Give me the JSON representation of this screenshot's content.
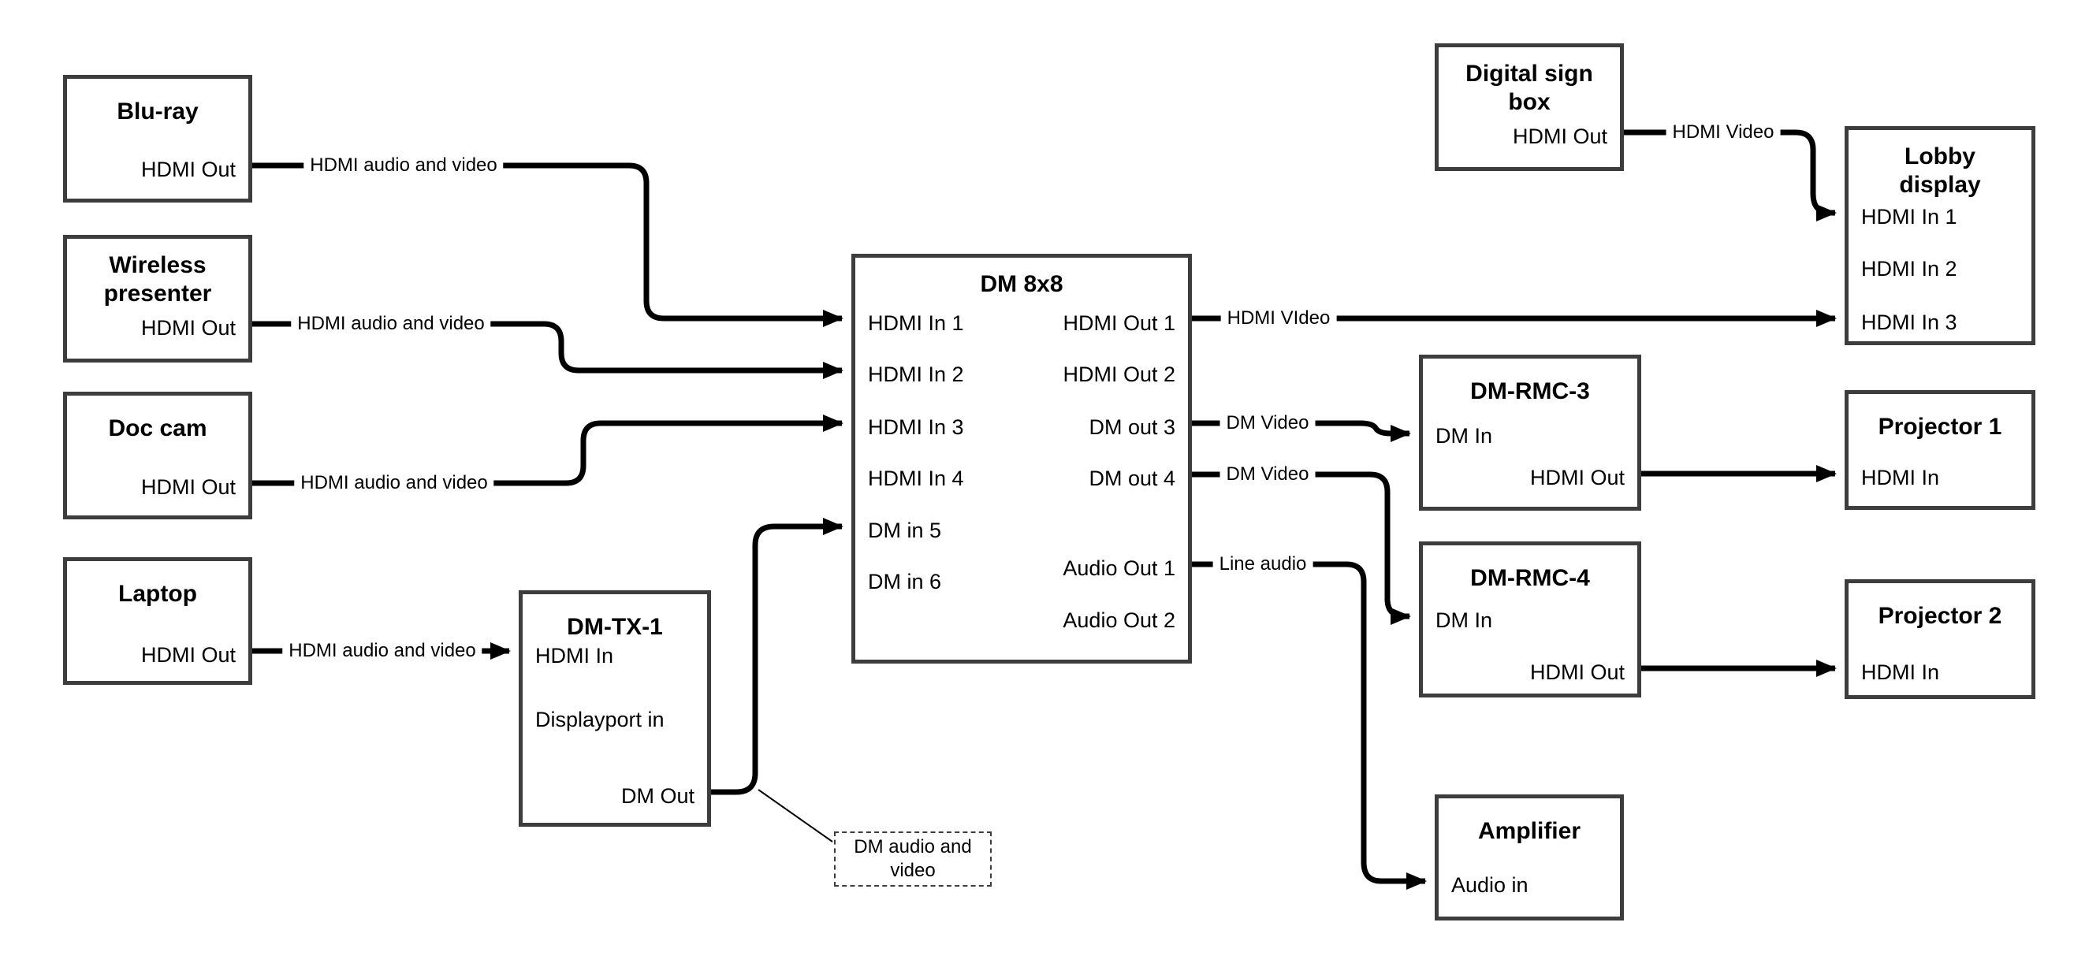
{
  "nodes": {
    "bluray": {
      "title": "Blu-ray",
      "out": "HDMI Out"
    },
    "wireless": {
      "title": "Wireless presenter",
      "out": "HDMI Out"
    },
    "doccam": {
      "title": "Doc cam",
      "out": "HDMI Out"
    },
    "laptop": {
      "title": "Laptop",
      "out": "HDMI Out"
    },
    "dmtx1": {
      "title": "DM-TX-1",
      "hdmi_in": "HDMI In",
      "dp_in": "Displayport in",
      "dm_out": "DM Out"
    },
    "dm8x8": {
      "title": "DM 8x8",
      "inputs": [
        "HDMI In 1",
        "HDMI In 2",
        "HDMI In 3",
        "HDMI In 4",
        "DM in 5",
        "DM in 6"
      ],
      "outputs": [
        "HDMI Out 1",
        "HDMI Out 2",
        "DM out 3",
        "DM out 4",
        "Audio Out 1",
        "Audio Out 2"
      ]
    },
    "digitalsign": {
      "title": "Digital sign box",
      "out": "HDMI Out"
    },
    "lobby": {
      "title": "Lobby display",
      "inputs": [
        "HDMI In 1",
        "HDMI In 2",
        "HDMI In 3"
      ]
    },
    "dmrmc3": {
      "title": "DM-RMC-3",
      "in": "DM In",
      "out": "HDMI Out"
    },
    "proj1": {
      "title": "Projector 1",
      "in": "HDMI In"
    },
    "dmrmc4": {
      "title": "DM-RMC-4",
      "in": "DM In",
      "out": "HDMI Out"
    },
    "proj2": {
      "title": "Projector 2",
      "in": "HDMI In"
    },
    "amplifier": {
      "title": "Amplifier",
      "in": "Audio in"
    },
    "note": {
      "text": "DM audio and video"
    }
  },
  "connection_labels": {
    "bluray_to_dm8x8": "HDMI audio and video",
    "wireless_to_dm8x8": "HDMI audio and video",
    "doccam_to_dm8x8": "HDMI audio and video",
    "laptop_to_dmtx1": "HDMI audio and video",
    "digitalsign_to_lobby": "HDMI Video",
    "hdmiout1_to_lobby": "HDMI VIdeo",
    "dmout3_to_rmc3": "DM Video",
    "dmout4_to_rmc4": "DM Video",
    "audioout1_to_amp": "Line audio"
  },
  "colors": {
    "box_border": "#3d3d3d",
    "wire": "#000000",
    "background": "#ffffff",
    "text": "#000000"
  }
}
